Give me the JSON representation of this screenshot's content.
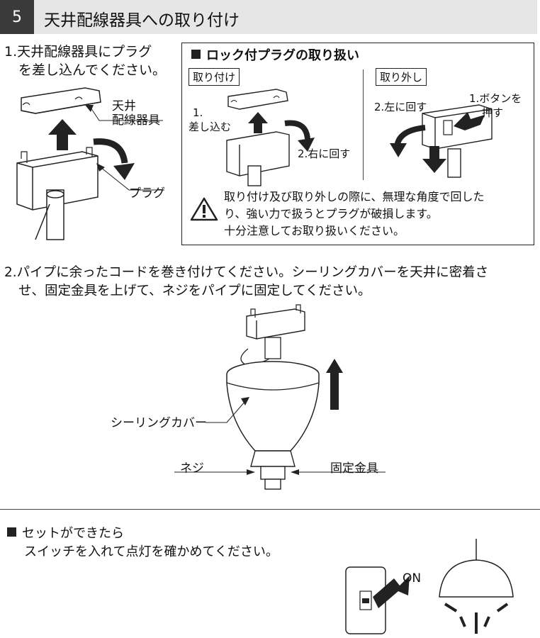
{
  "header": {
    "step_number": "5",
    "title": "天井配線器具への取り付け"
  },
  "step1": {
    "line1": "1.天井配線器具にプラグ",
    "line2": "を差し込んでください。",
    "label_fixture_line1": "天井",
    "label_fixture_line2": "配線器具",
    "label_plug": "プラグ"
  },
  "lock_box": {
    "title": "ロック付プラグの取り扱い",
    "attach": {
      "tag": "取り付け",
      "step1_line1": "1.",
      "step1_line2": "差し込む",
      "step2": "2.右に回す"
    },
    "detach": {
      "tag": "取り外し",
      "step1_line1": "1.ボタンを",
      "step1_line2": "押す",
      "step2": "2.左に回す"
    },
    "warning_line1": "取り付け及び取り外しの際に、無理な角度で回した",
    "warning_line2": "り、強い力で扱うとプラグが破損します。",
    "warning_line3": "十分注意してお取り扱いください。",
    "warning_icon": "warning-triangle-icon"
  },
  "step2": {
    "line1": "2.パイプに余ったコードを巻き付けてください。シーリングカバーを天井に密着さ",
    "line2": "せ、固定金具を上げて、ネジをパイプに固定してください。",
    "label_cover": "シーリングカバー",
    "label_screw": "ネジ",
    "label_bracket": "固定金具"
  },
  "done": {
    "title": "セットができたら",
    "body": "スイッチを入れて点灯を確かめてください。",
    "switch_label": "ON"
  }
}
